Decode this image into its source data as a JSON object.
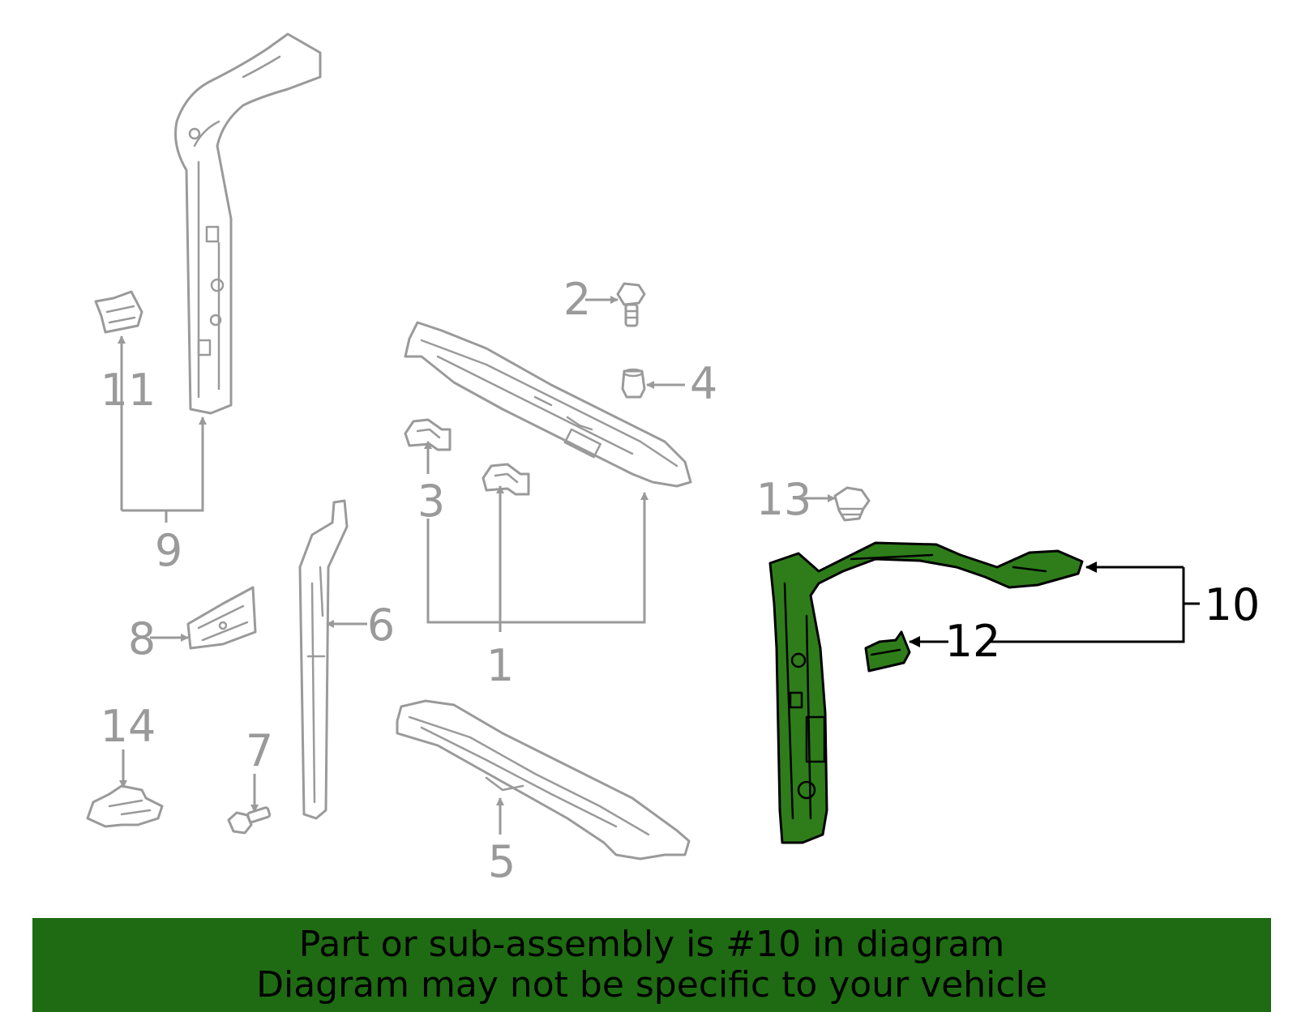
{
  "callouts": {
    "c1": "1",
    "c2": "2",
    "c3": "3",
    "c4": "4",
    "c5": "5",
    "c6": "6",
    "c7": "7",
    "c8": "8",
    "c9": "9",
    "c10": "10",
    "c11": "11",
    "c12": "12",
    "c13": "13",
    "c14": "14"
  },
  "highlighted_part": "10",
  "colors": {
    "highlight_fill": "#2e7d1a",
    "banner_bg": "#1f6b13",
    "dim_line": "#9a9a9a"
  },
  "banner": {
    "line1": "Part or sub-assembly is #10 in diagram",
    "line2": "Diagram may not be specific to your vehicle"
  }
}
